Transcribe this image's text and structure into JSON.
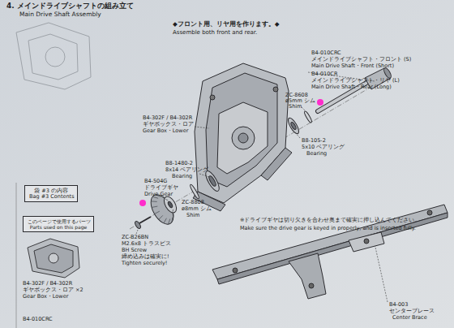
{
  "diagram": {
    "title": "4. メインドライブシャフトの組み立て",
    "nodes": [
      {
        "text": [
          "袋 #3 の内容",
          "Bag #3 Contents"
        ]
      },
      {
        "text": [
          "このページで使用するパーツ",
          "Parts used on this page"
        ]
      }
    ],
    "labels": [
      "◆フロント用、リヤ用を作ります。◆",
      "Assemble both front and rear.",
      "B4-010CRC",
      "メインドライブシャフト・フロント (S)",
      "Main Drive Shaft・Front (Short)",
      "B4-010CR",
      "メインドライブシャフト・リヤ (L)",
      "Main Drive Shaft・Rear (Long)",
      "ZC-8608",
      "ø5mm シム",
      "Shim",
      "B4-302F / B4-302R",
      "ギヤボックス・ロア",
      "Gear Box・Lower",
      "B8-105-2",
      "5x10 ベアリング",
      "Bearing",
      "B8-1480-2",
      "8x14 ベアリング",
      "Bearing",
      "B4-504G",
      "ドライブギヤ",
      "Drive Gear",
      "ZC-8808",
      "ø8mm シム",
      "Shim",
      "ZC-B26BN",
      "M2.6x8 トラスビス",
      "BH Screw",
      "締め込みは確実に!",
      "Tighten securely!",
      "※ドライブギヤは切り欠きを合わせ奥まで確実に押し込んでください。",
      "Make sure the drive gear is keyed in properly, and is inserted fully.",
      "B4-302F / B4-302R",
      "ギヤボックス・ロア ×2",
      "Gear Box・Lower",
      "B4-010CRC",
      "B4-003",
      "センターブレース",
      "Center Brace",
      "Main Drive Shaft Assembly"
    ]
  }
}
